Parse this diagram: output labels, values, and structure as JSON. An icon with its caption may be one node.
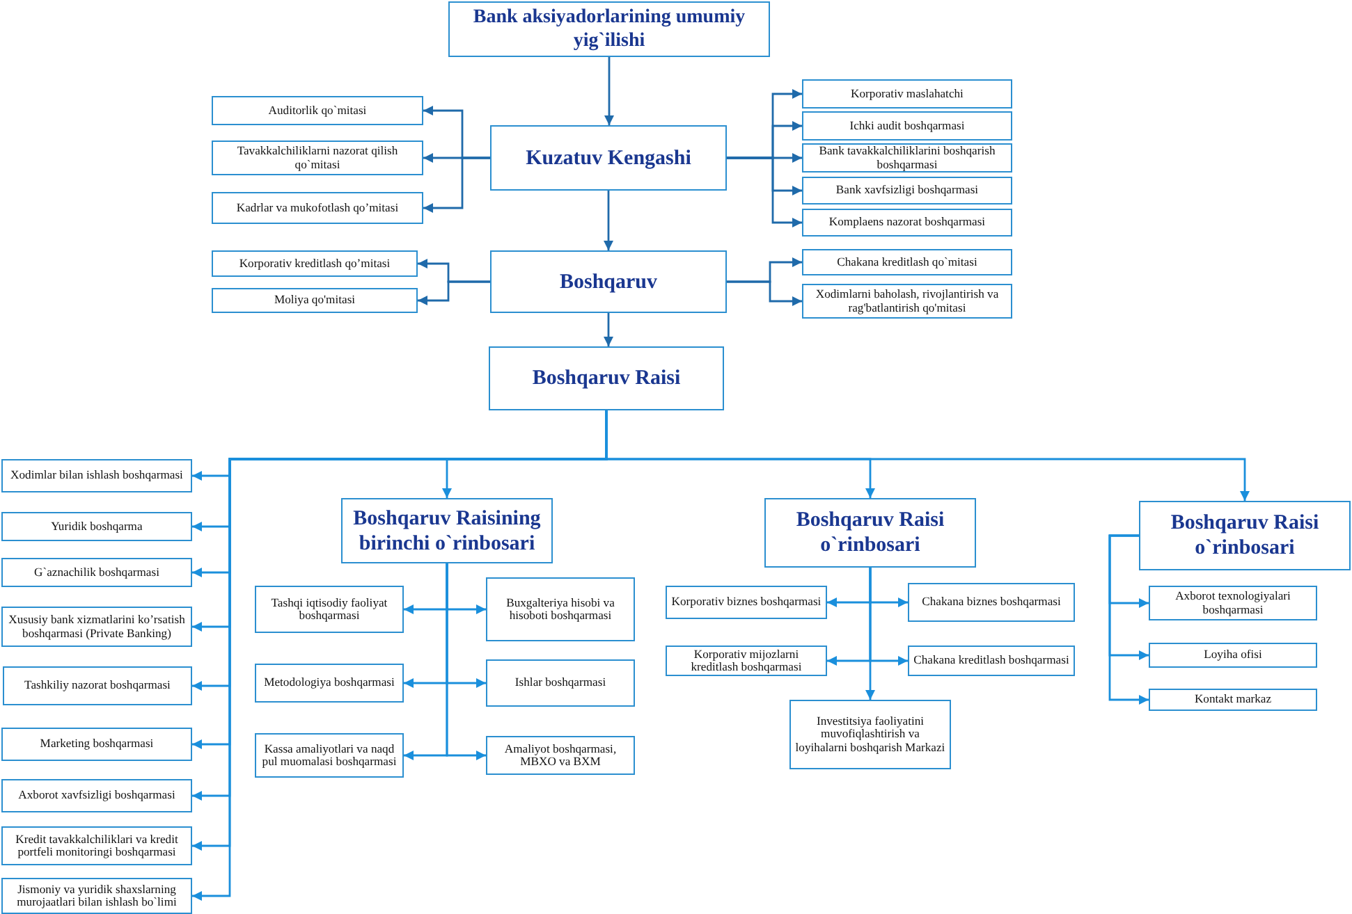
{
  "diagram": {
    "nodes": [
      {
        "text": [
          "Bank aksiyadorlarining umumiy yig`ilishi"
        ]
      },
      {
        "text": [
          "Auditorlik qo`mitasi"
        ]
      },
      {
        "text": [
          "Tavakkalchiliklarni nazorat qilish qo`mitasi"
        ]
      },
      {
        "text": [
          "Kadrlar va mukofotlash qo’mitasi"
        ]
      },
      {
        "text": [
          "Kuzatuv Kengashi"
        ]
      },
      {
        "text": [
          "Korporativ maslahatchi"
        ]
      },
      {
        "text": [
          "Ichki audit boshqarmasi"
        ]
      },
      {
        "text": [
          "Bank tavakkalchiliklarini boshqarish boshqarmasi"
        ]
      },
      {
        "text": [
          "Bank xavfsizligi boshqarmasi"
        ]
      },
      {
        "text": [
          "Komplaens nazorat boshqarmasi"
        ]
      },
      {
        "text": [
          "Korporativ kreditlash qo’mitasi"
        ]
      },
      {
        "text": [
          "Moliya qo'mitasi"
        ]
      },
      {
        "text": [
          "Boshqaruv"
        ]
      },
      {
        "text": [
          "Chakana kreditlash qo`mitasi"
        ]
      },
      {
        "text": [
          "Xodimlarni baholash, rivojlantirish va rag'batlantirish qo'mitasi"
        ]
      },
      {
        "text": [
          "Boshqaruv Raisi"
        ]
      },
      {
        "text": [
          "Xodimlar bilan ishlash boshqarmasi"
        ]
      },
      {
        "text": [
          "Yuridik boshqarma"
        ]
      },
      {
        "text": [
          "G`aznachilik boshqarmasi"
        ]
      },
      {
        "text": [
          "Xususiy bank xizmatlarini ko’rsatish boshqarmasi (Private Banking)"
        ]
      },
      {
        "text": [
          "Tashkiliy nazorat boshqarmasi"
        ]
      },
      {
        "text": [
          "Marketing boshqarmasi"
        ]
      },
      {
        "text": [
          "Axborot xavfsizligi boshqarmasi"
        ]
      },
      {
        "text": [
          "Kredit tavakkalchiliklari va kredit portfeli monitoringi boshqarmasi"
        ]
      },
      {
        "text": [
          "Jismoniy va yuridik shaxslarning murojaatlari bilan ishlash bo`limi"
        ]
      },
      {
        "text": [
          "Boshqaruv Raisining birinchi o`rinbosari"
        ]
      },
      {
        "text": [
          "Tashqi iqtisodiy faoliyat boshqarmasi"
        ]
      },
      {
        "text": [
          "Buxgalteriya hisobi va hisoboti boshqarmasi"
        ]
      },
      {
        "text": [
          "Metodologiya boshqarmasi"
        ]
      },
      {
        "text": [
          "Ishlar boshqarmasi"
        ]
      },
      {
        "text": [
          "Kassa amaliyotlari va naqd pul muomalasi boshqarmasi"
        ]
      },
      {
        "text": [
          "Amaliyot boshqarmasi, MBXO va BXM"
        ]
      },
      {
        "text": [
          "Boshqaruv Raisi o`rinbosari"
        ]
      },
      {
        "text": [
          "Korporativ biznes boshqarmasi"
        ]
      },
      {
        "text": [
          "Chakana biznes boshqarmasi"
        ]
      },
      {
        "text": [
          "Korporativ mijozlarni kreditlash boshqarmasi"
        ]
      },
      {
        "text": [
          "Chakana kreditlash boshqarmasi"
        ]
      },
      {
        "text": [
          "Investitsiya faoliyatini muvofiqlashtirish va loyihalarni boshqarish Markazi"
        ]
      },
      {
        "text": [
          "Boshqaruv Raisi o`rinbosari"
        ]
      },
      {
        "text": [
          "Axborot texnologiyalari boshqarmasi"
        ]
      },
      {
        "text": [
          "Loyiha ofisi"
        ]
      },
      {
        "text": [
          "Kontakt markaz"
        ]
      }
    ],
    "edges": [
      {
        "from": 0,
        "to": 4,
        "arrow": "to",
        "color": "#1f6aaa"
      },
      {
        "from": 4,
        "to": 1,
        "arrow": "to",
        "color": "#1f6aaa"
      },
      {
        "from": 4,
        "to": 2,
        "arrow": "to",
        "color": "#1f6aaa"
      },
      {
        "from": 4,
        "to": 3,
        "arrow": "to",
        "color": "#1f6aaa"
      },
      {
        "from": 4,
        "to": 5,
        "arrow": "to",
        "color": "#1f6aaa"
      },
      {
        "from": 4,
        "to": 6,
        "arrow": "to",
        "color": "#1f6aaa"
      },
      {
        "from": 4,
        "to": 7,
        "arrow": "to",
        "color": "#1f6aaa"
      },
      {
        "from": 4,
        "to": 8,
        "arrow": "to",
        "color": "#1f6aaa"
      },
      {
        "from": 4,
        "to": 9,
        "arrow": "to",
        "color": "#1f6aaa"
      },
      {
        "from": 4,
        "to": 12,
        "arrow": "to",
        "color": "#1f6aaa"
      },
      {
        "from": 12,
        "to": 10,
        "arrow": "to",
        "color": "#1f6aaa"
      },
      {
        "from": 12,
        "to": 11,
        "arrow": "to",
        "color": "#1f6aaa"
      },
      {
        "from": 12,
        "to": 13,
        "arrow": "to",
        "color": "#1f6aaa"
      },
      {
        "from": 12,
        "to": 14,
        "arrow": "to",
        "color": "#1f6aaa"
      },
      {
        "from": 12,
        "to": 15,
        "arrow": "to",
        "color": "#1f6aaa"
      },
      {
        "from": 15,
        "to": 16,
        "arrow": "to"
      },
      {
        "from": 15,
        "to": 17,
        "arrow": "to"
      },
      {
        "from": 15,
        "to": 18,
        "arrow": "to"
      },
      {
        "from": 15,
        "to": 19,
        "arrow": "to"
      },
      {
        "from": 15,
        "to": 20,
        "arrow": "to"
      },
      {
        "from": 15,
        "to": 21,
        "arrow": "to"
      },
      {
        "from": 15,
        "to": 22,
        "arrow": "to"
      },
      {
        "from": 15,
        "to": 23,
        "arrow": "to"
      },
      {
        "from": 15,
        "to": 24,
        "arrow": "to"
      },
      {
        "from": 15,
        "to": 25,
        "arrow": "to"
      },
      {
        "from": 15,
        "to": 32,
        "arrow": "to"
      },
      {
        "from": 15,
        "to": 38,
        "arrow": "to"
      },
      {
        "from": 25,
        "to": 26,
        "arrow": "to"
      },
      {
        "from": 25,
        "to": 27,
        "arrow": "to"
      },
      {
        "from": 25,
        "to": 28,
        "arrow": "to"
      },
      {
        "from": 25,
        "to": 29,
        "arrow": "to"
      },
      {
        "from": 25,
        "to": 30,
        "arrow": "to"
      },
      {
        "from": 25,
        "to": 31,
        "arrow": "to"
      },
      {
        "from": 32,
        "to": 33,
        "arrow": "to"
      },
      {
        "from": 32,
        "to": 34,
        "arrow": "to"
      },
      {
        "from": 32,
        "to": 35,
        "arrow": "to"
      },
      {
        "from": 32,
        "to": 36,
        "arrow": "to"
      },
      {
        "from": 32,
        "to": 37,
        "arrow": "to"
      },
      {
        "from": 38,
        "to": 39,
        "arrow": "to"
      },
      {
        "from": 38,
        "to": 40,
        "arrow": "to"
      },
      {
        "from": 38,
        "to": 41,
        "arrow": "to"
      }
    ]
  }
}
